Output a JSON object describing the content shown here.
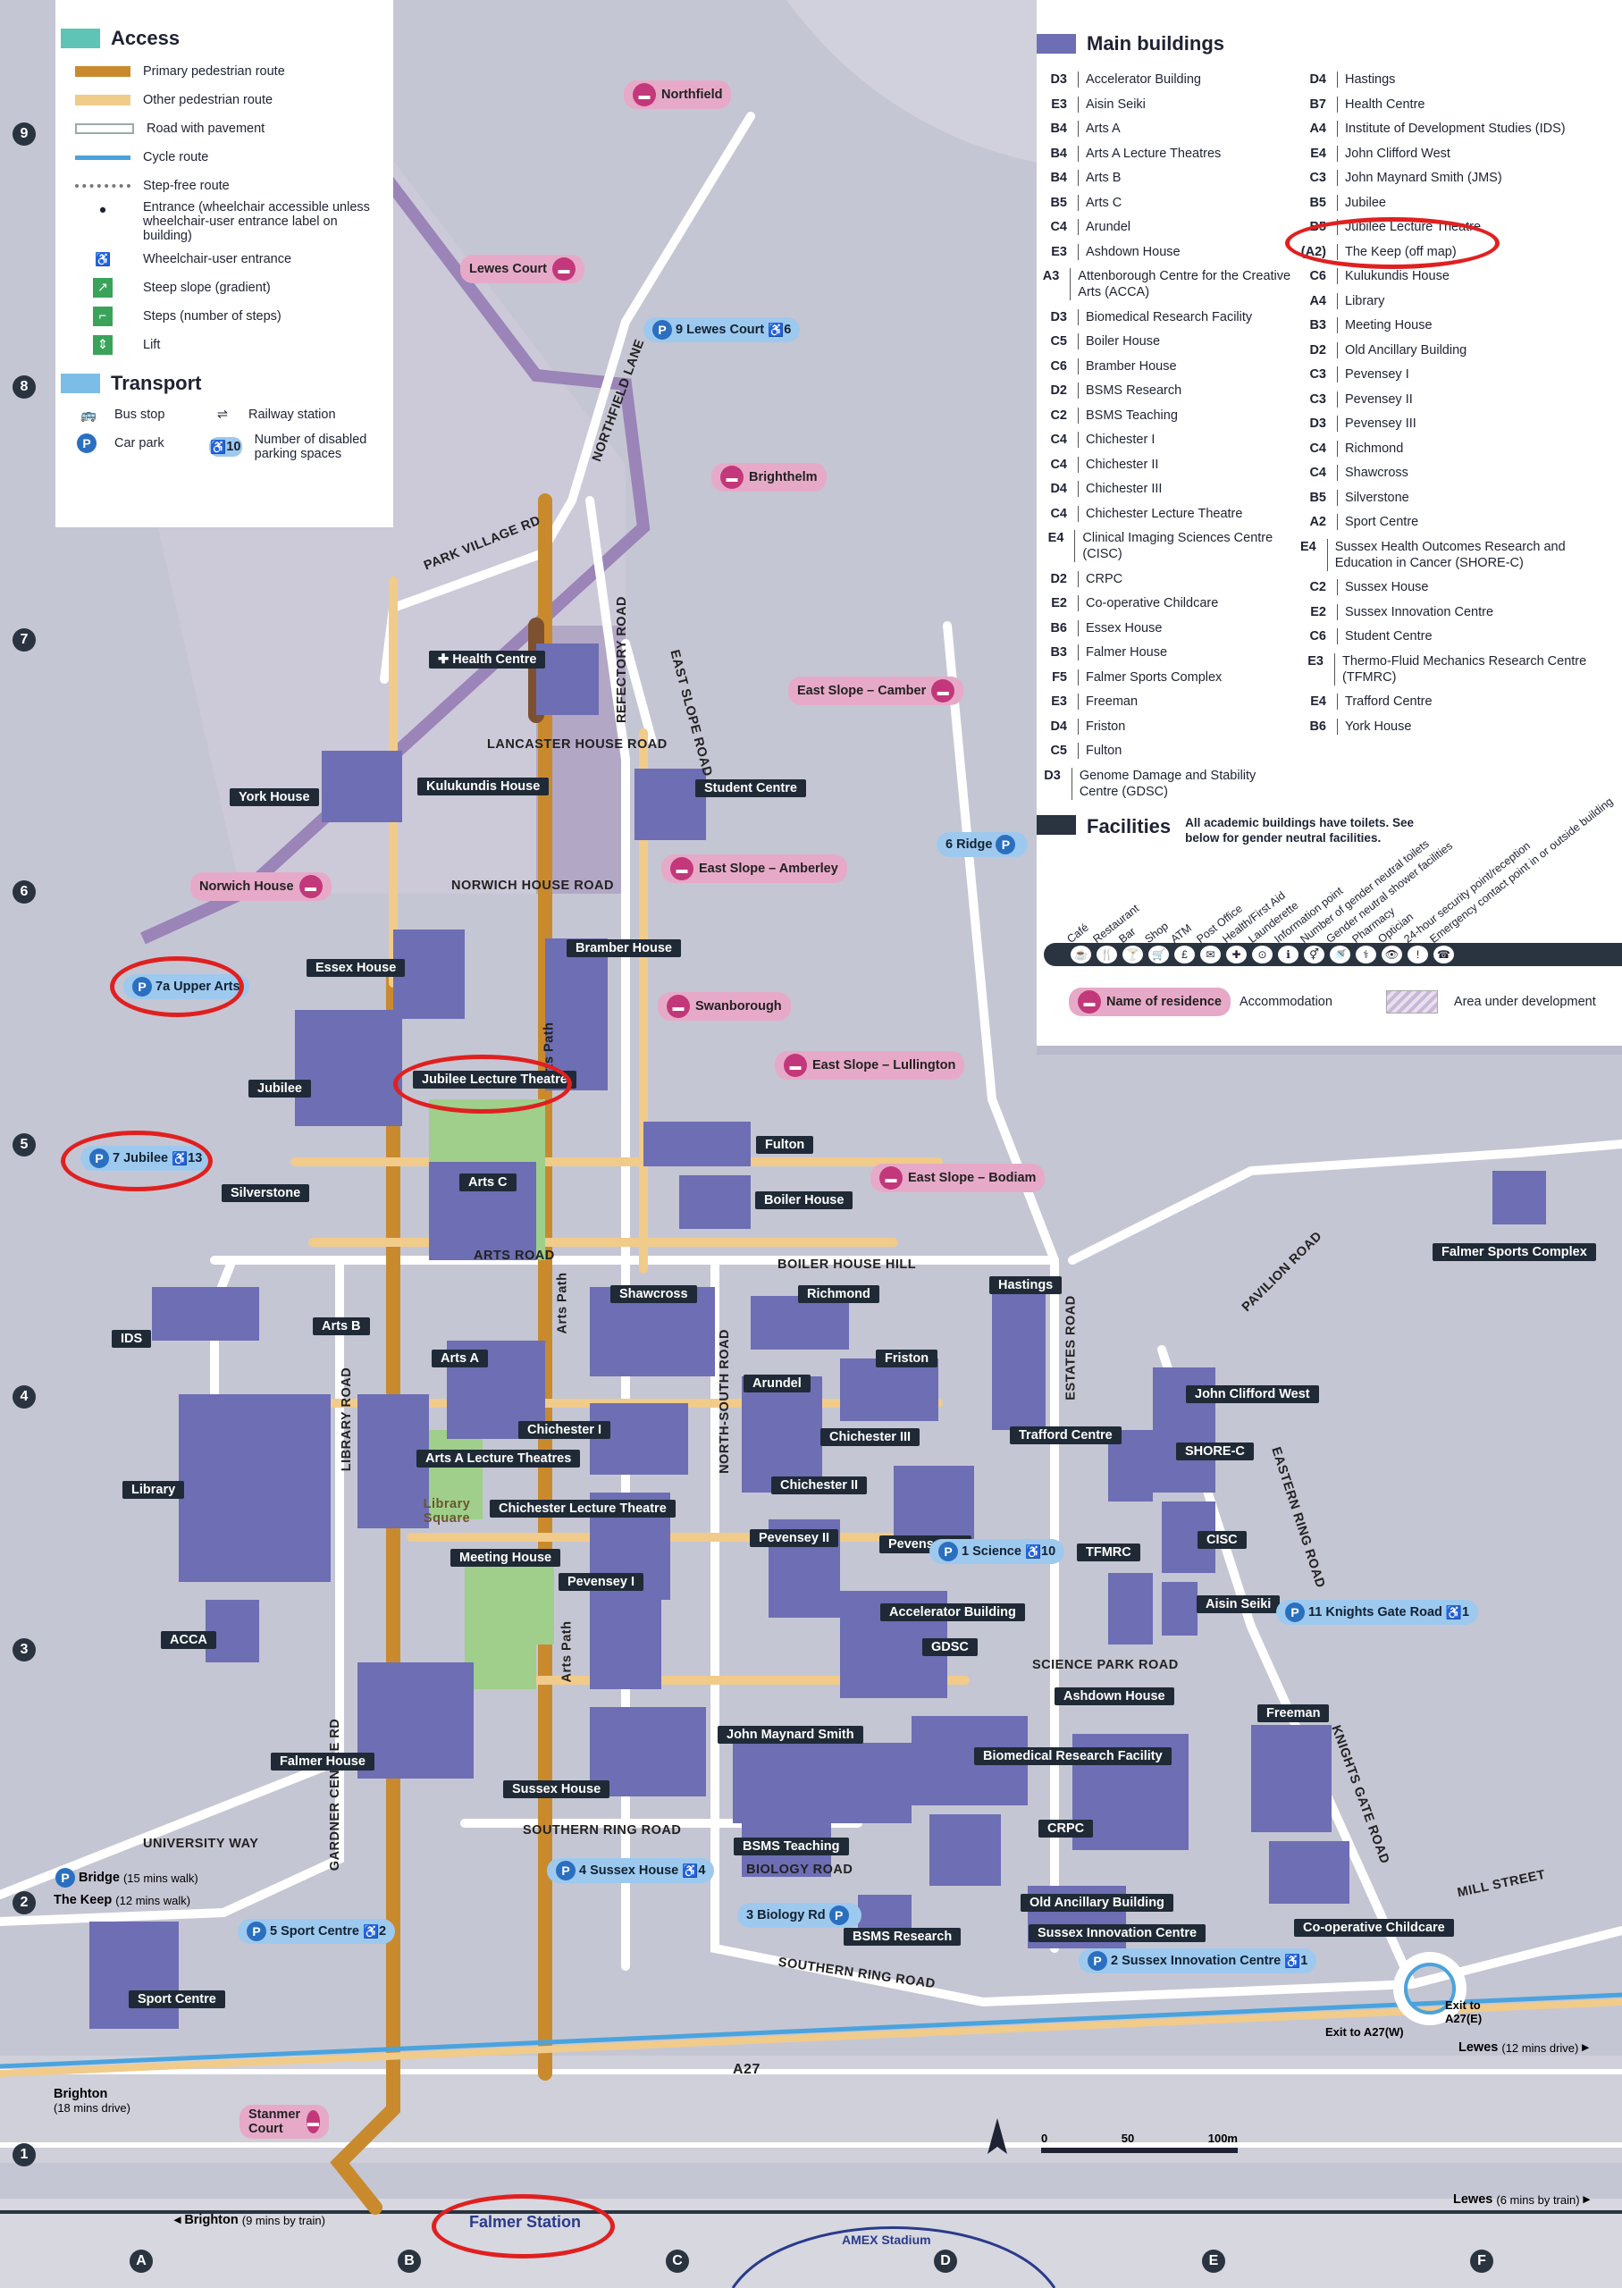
{
  "legend": {
    "access_title": "Access",
    "access_items": [
      "Primary pedestrian route",
      "Other pedestrian route",
      "Road with pavement",
      "Cycle route",
      "Step-free route",
      "Entrance (wheelchair accessible unless wheelchair-user entrance label on building)",
      "Wheelchair-user entrance",
      "Steep slope (gradient)",
      "Steps (number of steps)",
      "Lift"
    ],
    "transport_title": "Transport",
    "transport_items": [
      "Bus stop",
      "Railway station",
      "Car park",
      "Number of disabled parking spaces"
    ],
    "disabled_example": "10",
    "colors": {
      "access": "#5fc3b5",
      "transport": "#7cbde8",
      "primary_route": "#c98a2e",
      "other_route": "#f1cb8a",
      "cycle": "#4aa3dd",
      "building": "#6d6eb3"
    }
  },
  "main_buildings": {
    "title": "Main buildings",
    "col1": [
      {
        "code": "D3",
        "name": "Accelerator Building"
      },
      {
        "code": "E3",
        "name": "Aisin Seiki"
      },
      {
        "code": "B4",
        "name": "Arts A"
      },
      {
        "code": "B4",
        "name": "Arts A Lecture Theatres"
      },
      {
        "code": "B4",
        "name": "Arts B"
      },
      {
        "code": "B5",
        "name": "Arts C"
      },
      {
        "code": "C4",
        "name": "Arundel"
      },
      {
        "code": "E3",
        "name": "Ashdown House"
      },
      {
        "code": "A3",
        "name": "Attenborough Centre for the Creative Arts (ACCA)"
      },
      {
        "code": "D3",
        "name": "Biomedical Research Facility"
      },
      {
        "code": "C5",
        "name": "Boiler House"
      },
      {
        "code": "C6",
        "name": "Bramber House"
      },
      {
        "code": "D2",
        "name": "BSMS Research"
      },
      {
        "code": "C2",
        "name": "BSMS Teaching"
      },
      {
        "code": "C4",
        "name": "Chichester I"
      },
      {
        "code": "C4",
        "name": "Chichester II"
      },
      {
        "code": "D4",
        "name": "Chichester III"
      },
      {
        "code": "C4",
        "name": "Chichester Lecture Theatre"
      },
      {
        "code": "E4",
        "name": "Clinical Imaging Sciences Centre (CISC)"
      },
      {
        "code": "D2",
        "name": "CRPC"
      },
      {
        "code": "E2",
        "name": "Co-operative Childcare"
      },
      {
        "code": "B6",
        "name": "Essex House"
      },
      {
        "code": "B3",
        "name": "Falmer House"
      },
      {
        "code": "F5",
        "name": "Falmer Sports Complex"
      },
      {
        "code": "E3",
        "name": "Freeman"
      },
      {
        "code": "D4",
        "name": "Friston"
      },
      {
        "code": "C5",
        "name": "Fulton"
      },
      {
        "code": "D3",
        "name": "Genome Damage and Stability Centre (GDSC)"
      }
    ],
    "col2": [
      {
        "code": "D4",
        "name": "Hastings"
      },
      {
        "code": "B7",
        "name": "Health Centre"
      },
      {
        "code": "A4",
        "name": "Institute of Development Studies (IDS)"
      },
      {
        "code": "E4",
        "name": "John Clifford West"
      },
      {
        "code": "C3",
        "name": "John Maynard Smith (JMS)"
      },
      {
        "code": "B5",
        "name": "Jubilee"
      },
      {
        "code": "B5",
        "name": "Jubilee Lecture Theatre"
      },
      {
        "code": "(A2)",
        "name": "The Keep (off map)"
      },
      {
        "code": "C6",
        "name": "Kulukundis House"
      },
      {
        "code": "A4",
        "name": "Library"
      },
      {
        "code": "B3",
        "name": "Meeting House"
      },
      {
        "code": "D2",
        "name": "Old Ancillary Building"
      },
      {
        "code": "C3",
        "name": "Pevensey I"
      },
      {
        "code": "C3",
        "name": "Pevensey II"
      },
      {
        "code": "D3",
        "name": "Pevensey III"
      },
      {
        "code": "C4",
        "name": "Richmond"
      },
      {
        "code": "C4",
        "name": "Shawcross"
      },
      {
        "code": "B5",
        "name": "Silverstone"
      },
      {
        "code": "A2",
        "name": "Sport Centre"
      },
      {
        "code": "E4",
        "name": "Sussex Health Outcomes Research and Education in Cancer (SHORE-C)"
      },
      {
        "code": "C2",
        "name": "Sussex House"
      },
      {
        "code": "E2",
        "name": "Sussex Innovation Centre"
      },
      {
        "code": "C6",
        "name": "Student Centre"
      },
      {
        "code": "E3",
        "name": "Thermo-Fluid Mechanics Research Centre (TFMRC)"
      },
      {
        "code": "E4",
        "name": "Trafford Centre"
      },
      {
        "code": "B6",
        "name": "York House"
      }
    ]
  },
  "facilities": {
    "title": "Facilities",
    "note": "All academic buildings have toilets. See below for gender neutral facilities.",
    "items": [
      "Café",
      "Restaurant",
      "Bar",
      "Shop",
      "ATM",
      "Post Office",
      "Health/First Aid",
      "Launderette",
      "Information point",
      "Number of gender neutral toilets",
      "Gender neutral shower facilities",
      "Pharmacy",
      "Optician",
      "24-hour security point/reception",
      "Emergency contact point in or outside building"
    ],
    "accommodation_label": "Name of residence",
    "accommodation_text": "Accommodation",
    "development_text": "Area under development"
  },
  "grid": {
    "rows": [
      "9",
      "8",
      "7",
      "6",
      "5",
      "4",
      "3",
      "2",
      "1"
    ],
    "cols": [
      "A",
      "B",
      "C",
      "D",
      "E",
      "F"
    ]
  },
  "roads": [
    "NORTHFIELD LANE",
    "PARK VILLAGE RD",
    "REFECTORY ROAD",
    "EAST SLOPE ROAD",
    "LANCASTER HOUSE ROAD",
    "NORWICH HOUSE ROAD",
    "ARTS ROAD",
    "BOILER HOUSE HILL",
    "LIBRARY ROAD",
    "NORTH-SOUTH ROAD",
    "ESTATES ROAD",
    "EASTERN RING ROAD",
    "PAVILION ROAD",
    "SCIENCE PARK ROAD",
    "KNIGHTS GATE ROAD",
    "GARDNER CENTRE RD",
    "UNIVERSITY WAY",
    "SOUTHERN RING ROAD",
    "BIOLOGY ROAD",
    "MILL STREET",
    "A27",
    "Arts Path",
    "Library Square"
  ],
  "buildings_dark": [
    "Health Centre",
    "Kulukundis House",
    "York House",
    "Student Centre",
    "Essex House",
    "Bramber House",
    "Jubilee",
    "Jubilee Lecture Theatre",
    "Silverstone",
    "Arts C",
    "Fulton",
    "Boiler House",
    "IDS",
    "Arts B",
    "Shawcross",
    "Richmond",
    "Hastings",
    "Arts A",
    "Friston",
    "Arundel",
    "John Clifford West",
    "Chichester I",
    "Arts A Lecture Theatres",
    "Chichester III",
    "Trafford Centre",
    "Library",
    "Chichester II",
    "SHORE-C",
    "Chichester Lecture Theatre",
    "Pevensey II",
    "Pevensey III",
    "CISC",
    "Meeting House",
    "Pevensey I",
    "TFMRC",
    "Accelerator Building",
    "Aisin Seiki",
    "ACCA",
    "GDSC",
    "Ashdown House",
    "Freeman",
    "Falmer House",
    "John Maynard Smith",
    "Biomedical Research Facility",
    "Sussex House",
    "BSMS Teaching",
    "CRPC",
    "Old Ancillary Building",
    "BSMS Research",
    "Sussex Innovation Centre",
    "Co-operative Childcare",
    "Sport Centre",
    "Falmer Sports Complex"
  ],
  "residences": [
    "Northfield",
    "Lewes Court",
    "Brighthelm",
    "East Slope – Camber",
    "Norwich House",
    "East Slope – Amberley",
    "Swanborough",
    "East Slope – Lullington",
    "East Slope – Bodiam",
    "Stanmer Court"
  ],
  "car_parks": [
    {
      "num": "9",
      "name": "Lewes Court",
      "spaces": "6"
    },
    {
      "num": "7a",
      "name": "Upper Arts",
      "spaces": ""
    },
    {
      "num": "7",
      "name": "Jubilee",
      "spaces": "13"
    },
    {
      "num": "6",
      "name": "Ridge",
      "spaces": ""
    },
    {
      "num": "1",
      "name": "Science",
      "spaces": "10"
    },
    {
      "num": "11",
      "name": "Knights Gate Road",
      "spaces": "1"
    },
    {
      "num": "4",
      "name": "Sussex House",
      "spaces": "4"
    },
    {
      "num": "3",
      "name": "Biology Rd",
      "spaces": ""
    },
    {
      "num": "5",
      "name": "Sport Centre",
      "spaces": "2"
    },
    {
      "num": "2",
      "name": "Sussex Innovation Centre",
      "spaces": "1"
    }
  ],
  "offsite": {
    "bridge": "Bridge",
    "bridge_walk": "(15 mins walk)",
    "keep": "The Keep",
    "keep_walk": "(12 mins walk)",
    "brighton": "Brighton",
    "brighton_drive": "(18 mins drive)",
    "brighton_train": "Brighton",
    "brighton_train_time": "(9 mins by train)",
    "lewes_drive": "Lewes",
    "lewes_drive_time": "(12 mins drive)",
    "lewes_train": "Lewes",
    "lewes_train_time": "(6 mins by train)",
    "exit_a27w": "Exit to A27(W)",
    "exit_a27e": "Exit to A27(E)",
    "falmer_station": "Falmer Station",
    "amex": "AMEX Stadium"
  },
  "scale": {
    "zero": "0",
    "fifty": "50",
    "hundred": "100m"
  }
}
